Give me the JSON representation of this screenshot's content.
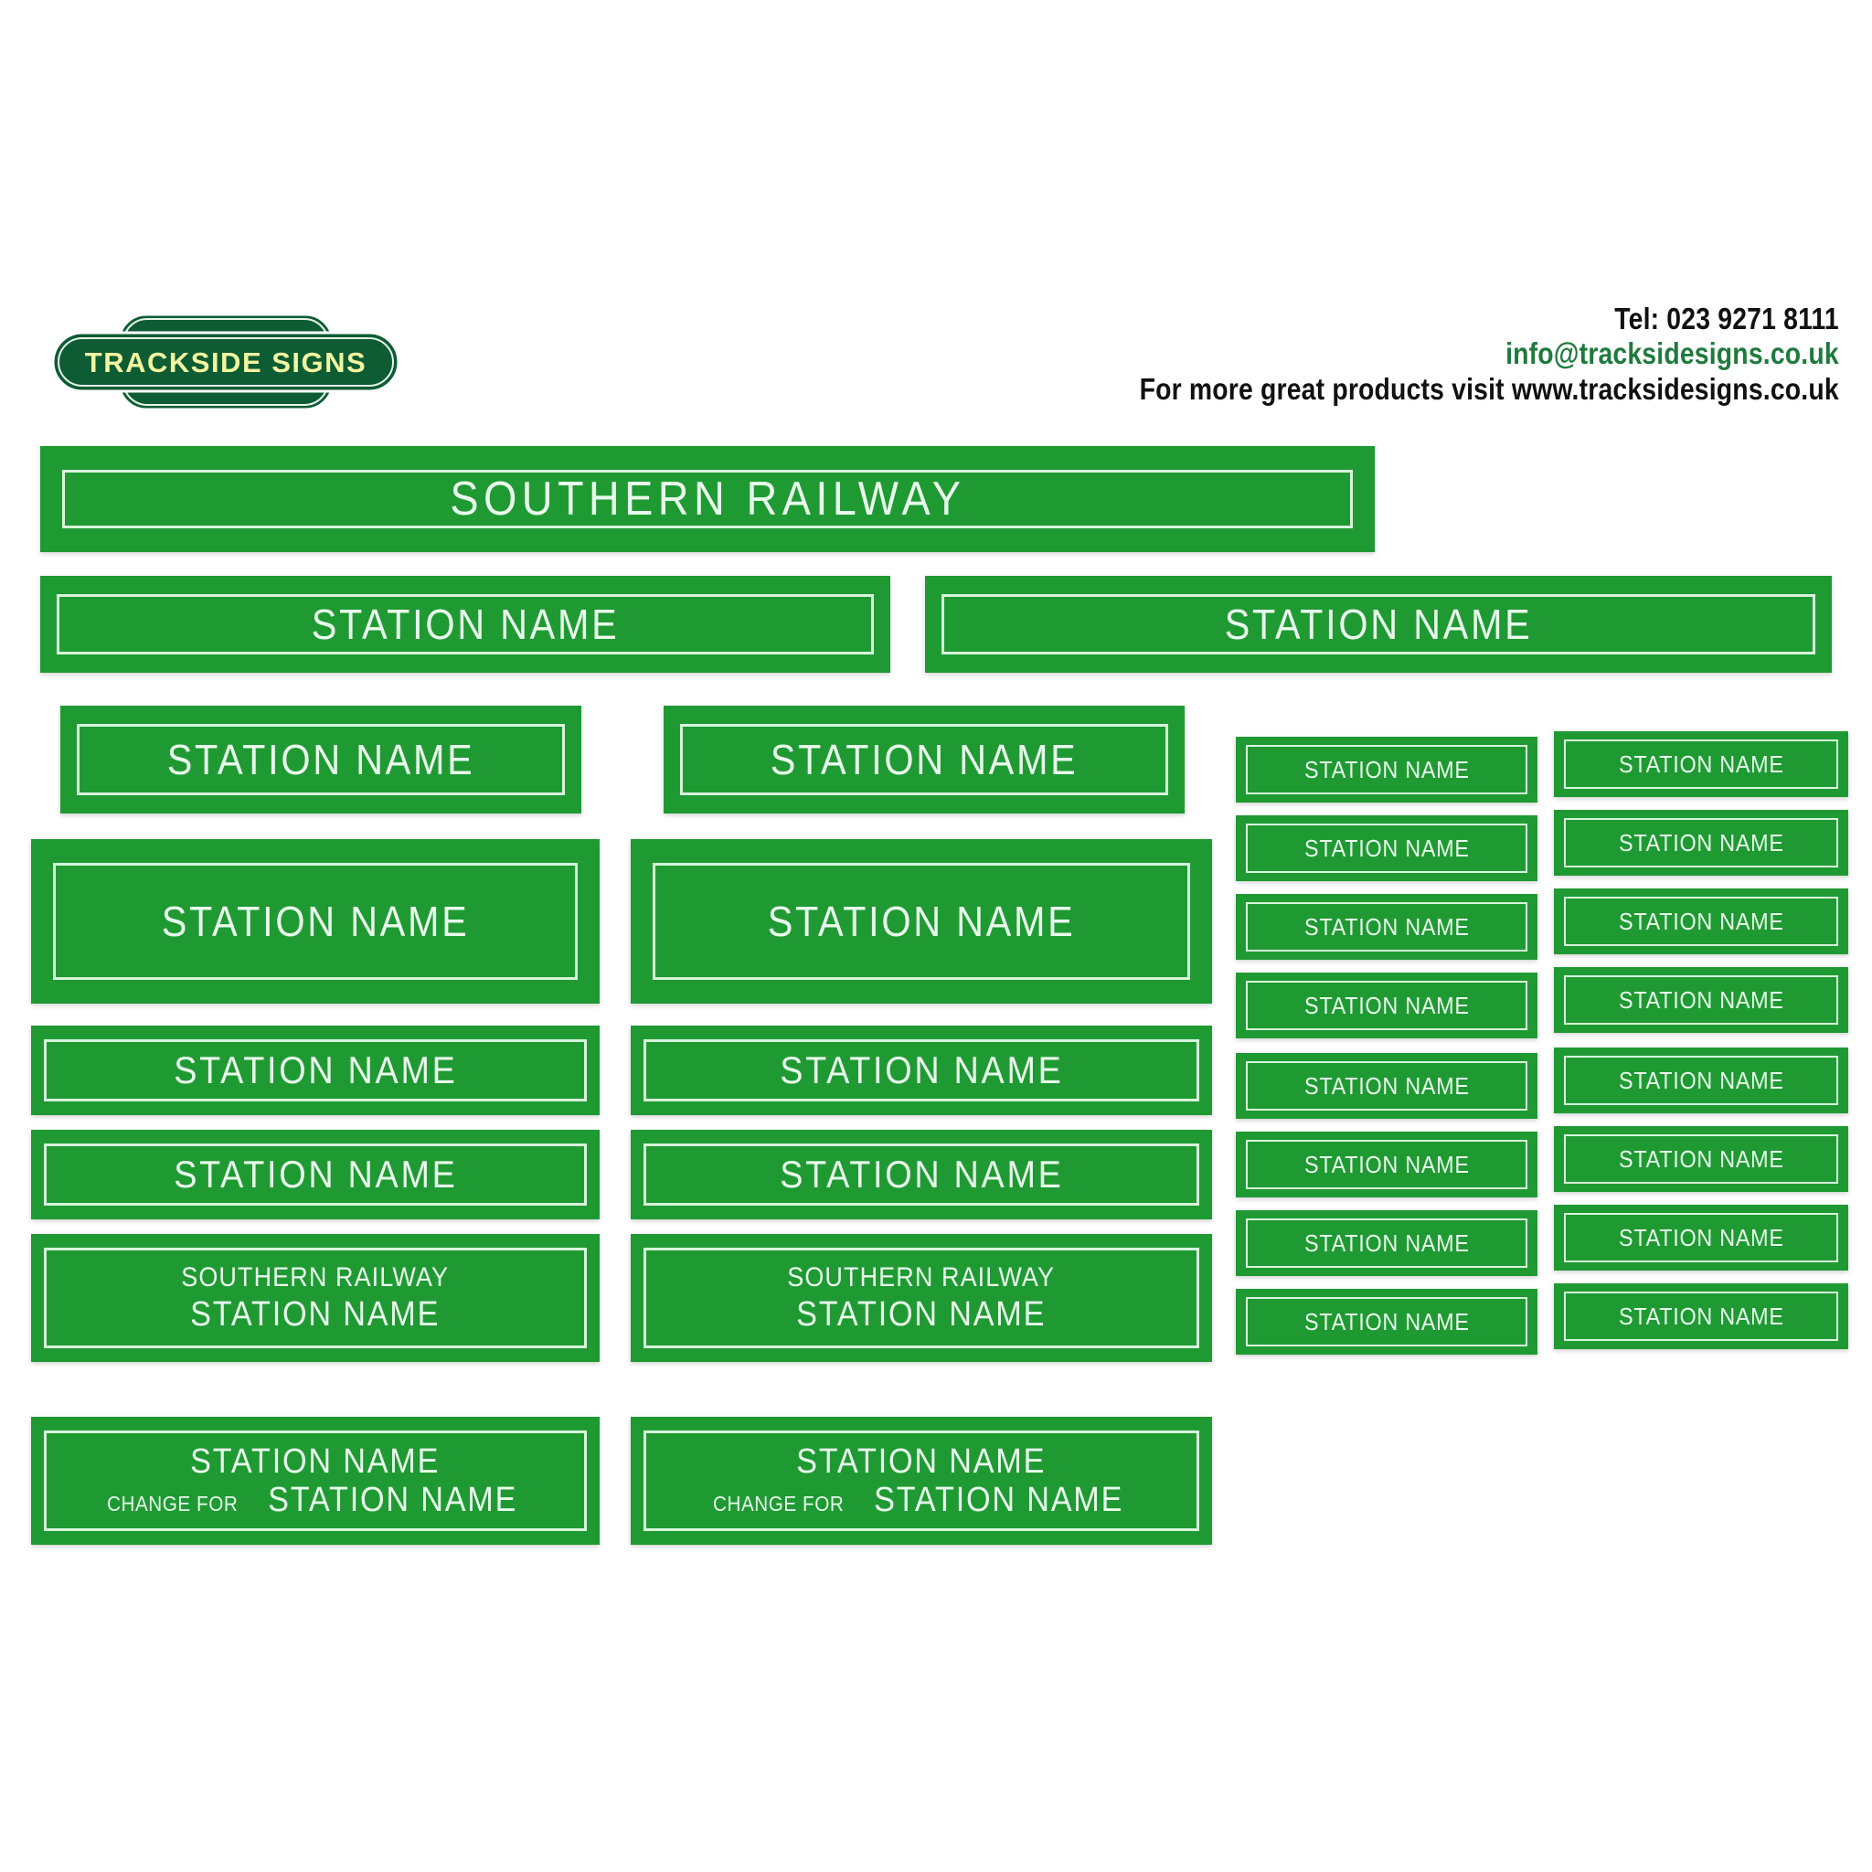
{
  "page": {
    "background": "#ffffff",
    "sign_green": "#1f9a33",
    "sign_border": "#d8f5dc",
    "sign_text": "#e9fbec",
    "logo_dark_green": "#0d5c33",
    "logo_text_color": "#f2f5a0"
  },
  "logo": {
    "name": "trackside-signs-totem-logo",
    "text": "TRACKSIDE SIGNS"
  },
  "contact": {
    "tel": "Tel: 023 9271 8111",
    "email": "info@tracksidesigns.co.uk",
    "web": "For more great products visit www.tracksidesigns.co.uk"
  },
  "labels": {
    "southern_railway": "SOUTHERN RAILWAY",
    "station_name": "STATION NAME",
    "change_for": "CHANGE FOR"
  },
  "signs": [
    {
      "id": "sign-southern-railway-banner",
      "text": "SOUTHERN RAILWAY",
      "style": "banner"
    },
    {
      "id": "sign-station-name-row2-left",
      "text": "STATION NAME",
      "style": "wide"
    },
    {
      "id": "sign-station-name-row2-right",
      "text": "STATION NAME",
      "style": "wide"
    },
    {
      "id": "sign-station-name-row3-left",
      "text": "STATION NAME",
      "style": "medium"
    },
    {
      "id": "sign-station-name-row3-mid",
      "text": "STATION NAME",
      "style": "medium"
    },
    {
      "id": "sign-station-name-row4-left",
      "text": "STATION NAME",
      "style": "tall"
    },
    {
      "id": "sign-station-name-row4-mid",
      "text": "STATION NAME",
      "style": "tall"
    },
    {
      "id": "sign-station-name-row5-left",
      "text": "STATION NAME",
      "style": "slim"
    },
    {
      "id": "sign-station-name-row5-mid",
      "text": "STATION NAME",
      "style": "slim"
    },
    {
      "id": "sign-station-name-row6-left",
      "text": "STATION NAME",
      "style": "slim"
    },
    {
      "id": "sign-station-name-row6-mid",
      "text": "STATION NAME",
      "style": "slim"
    },
    {
      "id": "sign-southern-station-left",
      "line1": "SOUTHERN RAILWAY",
      "line2": "STATION NAME",
      "style": "two-line"
    },
    {
      "id": "sign-southern-station-mid",
      "line1": "SOUTHERN RAILWAY",
      "line2": "STATION NAME",
      "style": "two-line"
    },
    {
      "id": "sign-change-for-left",
      "line1": "STATION NAME",
      "prefix": "CHANGE FOR",
      "line2": "STATION NAME",
      "style": "change-for"
    },
    {
      "id": "sign-change-for-mid",
      "line1": "STATION NAME",
      "prefix": "CHANGE FOR",
      "line2": "STATION NAME",
      "style": "change-for"
    }
  ],
  "small_signs": {
    "text": "STATION NAME",
    "rows": 8,
    "cols": 2,
    "count": 16
  }
}
